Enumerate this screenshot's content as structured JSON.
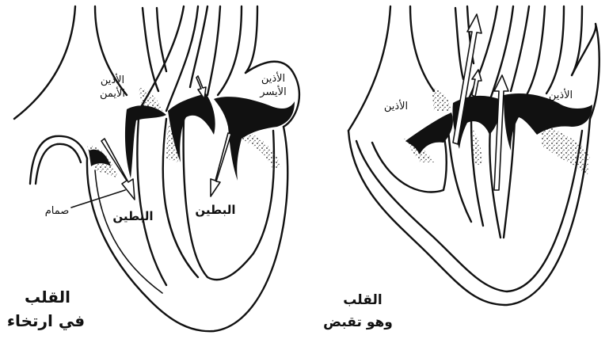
{
  "left_panel": {
    "labels": {
      "right_atrium": [
        "الأذين",
        "الأيمن"
      ],
      "left_atrium": [
        "الأذين",
        "الأيسر"
      ],
      "right_ventricle": "البطين",
      "left_ventricle": "البطين",
      "valve": "صمام"
    },
    "caption": [
      "القلب",
      "في ارتخاء"
    ]
  },
  "right_panel": {
    "labels": {
      "atrium_left": "الأذين",
      "atrium_right": "الأذين"
    },
    "caption": [
      "القلب",
      "وهو تقبض"
    ]
  },
  "colors": {
    "ink": "#111111",
    "background": "#ffffff"
  }
}
